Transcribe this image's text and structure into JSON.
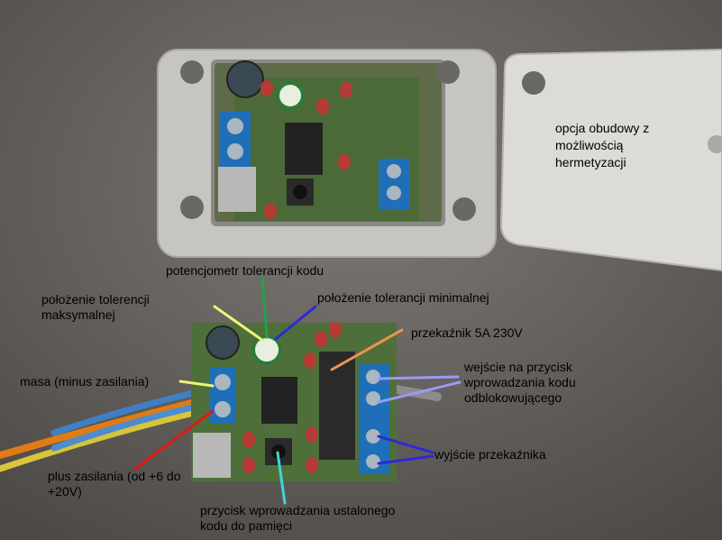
{
  "labels": {
    "case_option": "opcja obudowy z możliwością hermetyzacji",
    "code_tolerance_pot": "potencjometr tolerancji kodu",
    "max_tolerance_position": "położenie tolerencji maksymalnej",
    "min_tolerance_position": "położenie tolerancji minimalnej",
    "relay": "przekaźnik 5A 230V",
    "ground": "masa (minus zasilania)",
    "button_input": "wejście na przycisk wprowadzania kodu odblokowującego",
    "relay_output": "wyjście przekaźnika",
    "power_plus": "plus zasilania (od +6 do +20V)",
    "code_button": "przycisk wprowadzania ustalonego kodu do pamięci"
  },
  "colors": {
    "background": "#5e5a57",
    "enclosure": "#c9c8c4",
    "pcb": "#4f6f3a",
    "terminal": "#1f6fb8",
    "line_yellow": "#f2f27a",
    "line_green": "#1fa34a",
    "line_blue": "#2a2ad8",
    "line_orange": "#f0934a",
    "line_violet": "#9a9af2",
    "line_red": "#e01818",
    "line_cyan": "#3ad8d8"
  }
}
